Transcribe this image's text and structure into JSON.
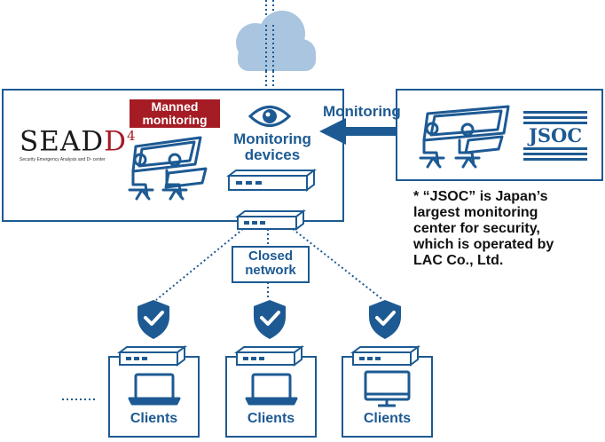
{
  "sead": {
    "logo_main": "SEAD",
    "logo_super": "4",
    "logo_sub": "Security Emergency Analysis and D⁴ center",
    "manned_label_line1": "Manned",
    "manned_label_line2": "monitoring",
    "monitoring_devices_line1": "Monitoring",
    "monitoring_devices_line2": "devices"
  },
  "arrow_label": "Monitoring",
  "jsoc": {
    "logo": "JSOC",
    "note": [
      "* “JSOC” is Japan’s",
      "largest monitoring",
      "center for security,",
      "which is operated by",
      "LAC Co., Ltd."
    ]
  },
  "closed_network_line1": "Closed",
  "closed_network_line2": "network",
  "clients": [
    {
      "label": "Clients",
      "device": "laptop"
    },
    {
      "label": "Clients",
      "device": "laptop"
    },
    {
      "label": "Clients",
      "device": "desktop"
    }
  ],
  "colors": {
    "blue": "#1d5a93",
    "dark_red": "#a51c24",
    "cloud": "#a9c5df",
    "line": "#1d5a93"
  }
}
